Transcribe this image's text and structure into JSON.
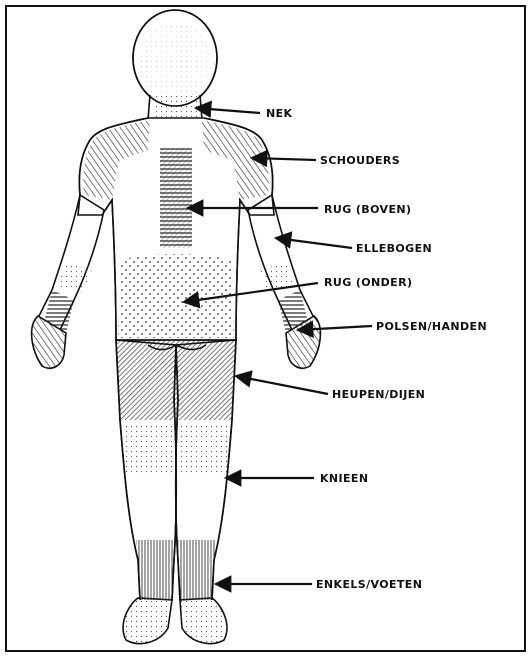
{
  "labels": {
    "nek": "NEK",
    "schouders": "SCHOUDERS",
    "rug_boven": "RUG (BOVEN)",
    "ellebogen": "ELLEBOGEN",
    "rug_onder": "RUG (ONDER)",
    "polsen_handen": "POLSEN/HANDEN",
    "heupen_dijen": "HEUPEN/DIJEN",
    "knieen": "KNIEEN",
    "enkels_voeten": "ENKELS/VOETEN"
  },
  "colors": {
    "ink": "#111111",
    "paper": "#ffffff"
  }
}
